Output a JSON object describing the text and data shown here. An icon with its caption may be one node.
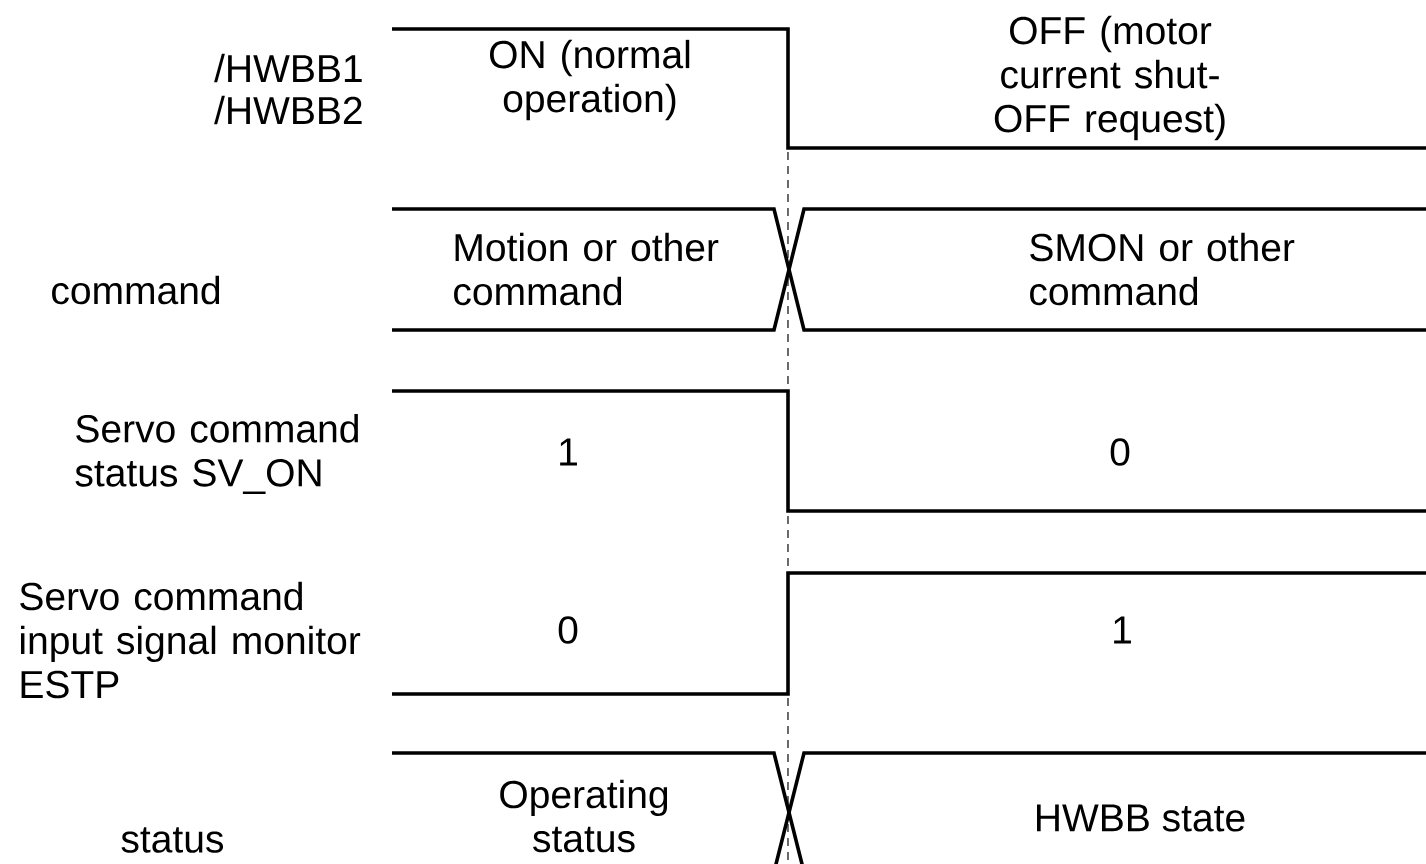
{
  "diagram": {
    "labels": [
      "/HWBB1",
      "/HWBB2",
      "ON (normal operation)",
      "OFF (motor current shut-OFF request)",
      "command",
      "Motion or other command",
      "SMON or other command",
      "Servo command status SV_ON",
      "1",
      "0",
      "Servo command input signal monitor ESTP",
      "0",
      "1",
      "status",
      "Operating status",
      "HWBB state"
    ]
  }
}
